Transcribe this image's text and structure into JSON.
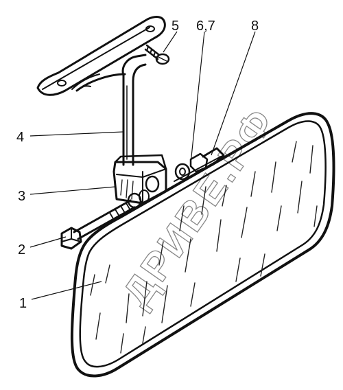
{
  "callouts": {
    "c1": "1",
    "c2": "2",
    "c3": "3",
    "c4": "4",
    "c5": "5",
    "c67": "6,7",
    "c8": "8"
  },
  "watermark": "ДРИВЕ.РФ"
}
